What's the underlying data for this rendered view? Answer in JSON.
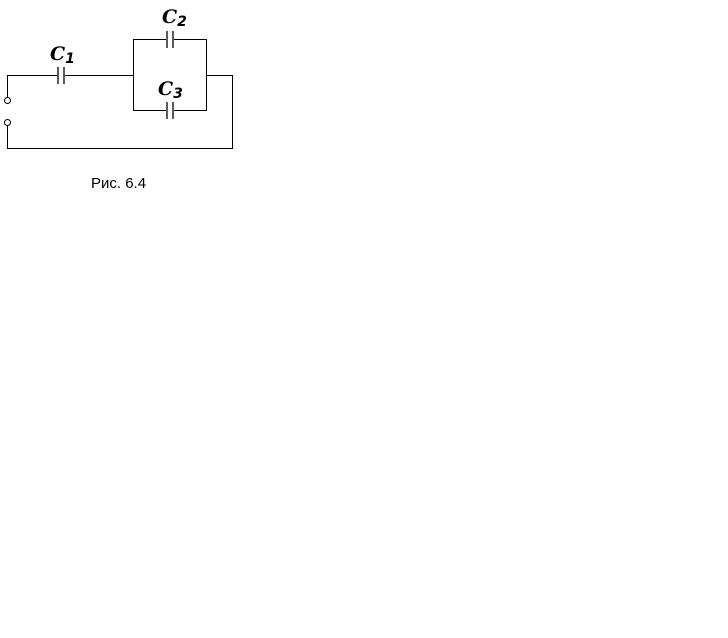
{
  "diagram": {
    "caption": "Рис. 6.4",
    "capacitors": [
      {
        "id": "C1",
        "letter": "C",
        "subscript": "1"
      },
      {
        "id": "C2",
        "letter": "C",
        "subscript": "2"
      },
      {
        "id": "C3",
        "letter": "C",
        "subscript": "3"
      }
    ]
  }
}
